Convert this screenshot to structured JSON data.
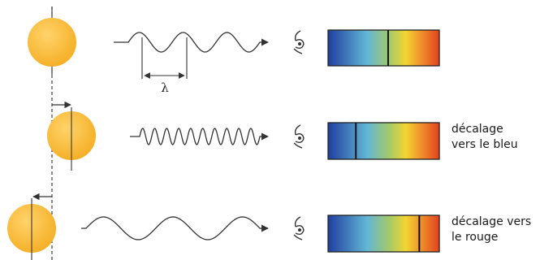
{
  "labels": {
    "wavelength_symbol": "λ",
    "blueshift_line1": "décalage",
    "blueshift_line2": "vers le bleu",
    "redshift_line1": "décalage vers",
    "redshift_line2": "le rouge"
  },
  "colors": {
    "star_fill": "#f5b028",
    "star_highlight": "#ffd36a",
    "line": "#333333",
    "spectrum_blue": "#1f3f9f",
    "spectrum_cyan": "#62b6d6",
    "spectrum_green": "#a4c96a",
    "spectrum_yellow": "#f3d531",
    "spectrum_orange": "#ee8a2a",
    "spectrum_red": "#e2421e",
    "absorption_line": "#111111"
  },
  "rows": [
    {
      "name": "source-at-rest",
      "absorption_fraction": 0.54,
      "wave_cycles": 3
    },
    {
      "name": "source-approaching",
      "absorption_fraction": 0.25,
      "wave_cycles": 10
    },
    {
      "name": "source-receding",
      "absorption_fraction": 0.82,
      "wave_cycles": 2.5
    }
  ],
  "icons": [
    "star-icon",
    "eye-icon",
    "motion-arrow-icon"
  ]
}
